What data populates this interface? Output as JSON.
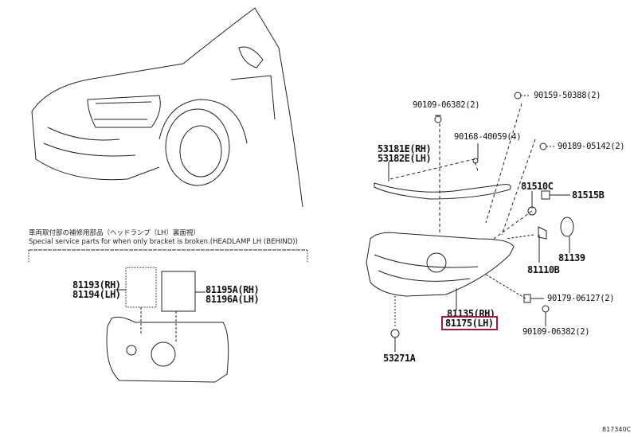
{
  "note": {
    "japanese": "車両取付部の補修用部品（ヘッドランプ（LH）裏面視）",
    "english": "Special service parts for when only bracket is broken.(HEADLAMP LH (BEHIND))"
  },
  "parts": {
    "p1": "90109-06382(2)",
    "p2": "90159-50388(2)",
    "p3": "90168-40059(4)",
    "p4": "90189-05142(2)",
    "p5": "53181E(RH)",
    "p6": "53182E(LH)",
    "p7": "81510C",
    "p8": "81515B",
    "p9": "81139",
    "p10": "81110B",
    "p11": "90179-06127(2)",
    "p12": "90109-06382(2)",
    "p13": "81135(RH)",
    "p14": "81175(LH)",
    "p15": "53271A",
    "p16": "81193(RH)",
    "p17": "81194(LH)",
    "p18": "81195A(RH)",
    "p19": "81196A(LH)"
  },
  "highlight_color": "#9b1b46",
  "diagram_code": "817340C"
}
